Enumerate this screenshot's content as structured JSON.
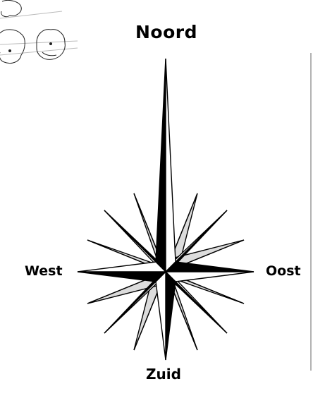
{
  "directions": {
    "north": "Noord",
    "west": "West",
    "east": "Oost",
    "south": "Zuid"
  },
  "colors": {
    "ink": "#000000",
    "light_fill": "#dcdcdc",
    "white_fill": "#ffffff",
    "frame_line": "#999999",
    "sketch_line": "#222222"
  },
  "decorations": [
    "tree-sketch",
    "frame-line"
  ]
}
